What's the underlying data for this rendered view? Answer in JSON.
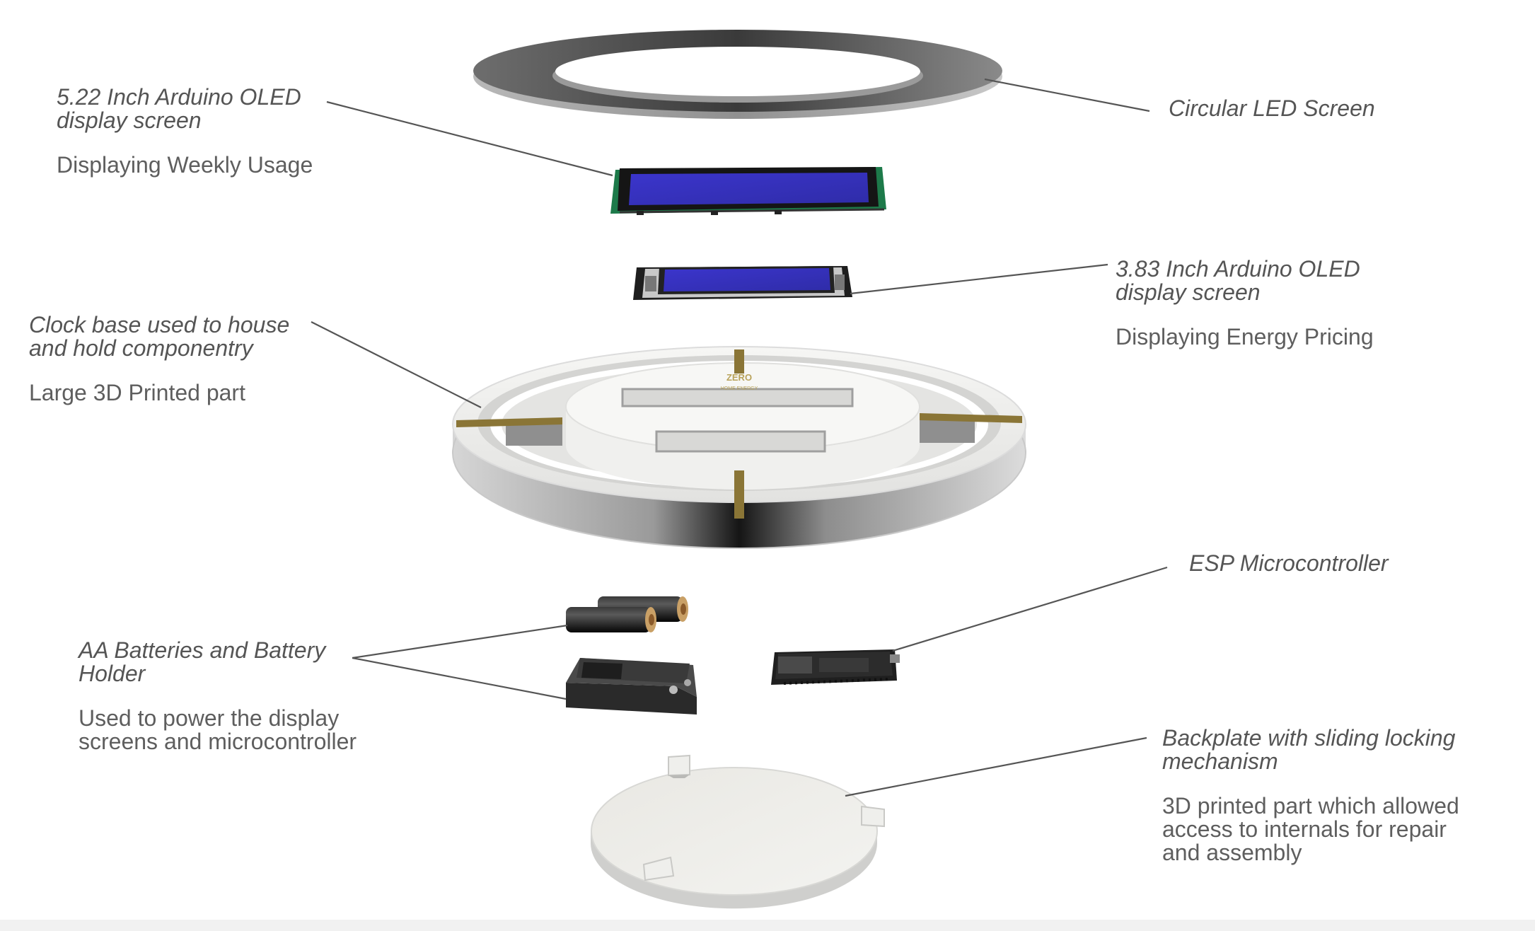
{
  "diagram": {
    "callouts": [
      {
        "id": "circular-led",
        "title": "Circular LED Screen",
        "description": ""
      },
      {
        "id": "oled-522",
        "title": "5.22 Inch Arduino OLED\ndisplay screen",
        "description": "Displaying Weekly Usage"
      },
      {
        "id": "oled-383",
        "title": "3.83 Inch Arduino OLED\ndisplay screen",
        "description": "Displaying Energy Pricing"
      },
      {
        "id": "clock-base",
        "title": "Clock base used to house\nand hold componentry",
        "description": "Large 3D Printed part"
      },
      {
        "id": "esp",
        "title": "ESP Microcontroller",
        "description": ""
      },
      {
        "id": "batteries",
        "title": "AA Batteries and Battery\nHolder",
        "description": "Used to power the display\nscreens and microcontroller"
      },
      {
        "id": "backplate",
        "title": "Backplate with sliding locking\nmechanism",
        "description": "3D printed part which allowed\naccess to internals for repair\nand assembly"
      }
    ],
    "base_marking": {
      "brand": "ZERO",
      "sub": "HOME ENERGY"
    },
    "colors": {
      "leader_line": "#555555",
      "text": "#5a5a5a",
      "oled_screen": "#3a38c8",
      "pcb_green": "#1d7a4a",
      "brass": "#8a7536",
      "plastic": "#ececea",
      "ring": "#7a7a7a"
    }
  }
}
